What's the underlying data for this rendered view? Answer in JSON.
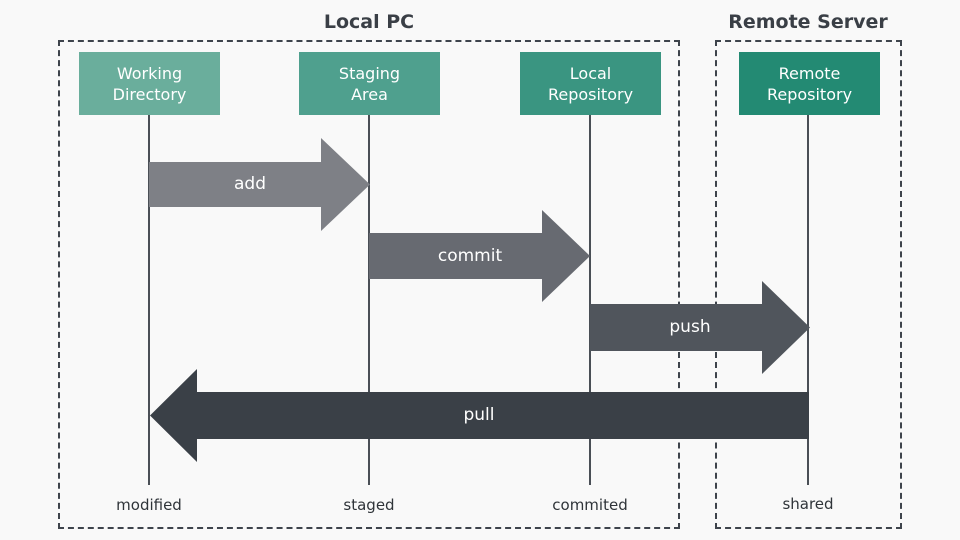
{
  "groups": {
    "local_title": "Local PC",
    "remote_title": "Remote Server"
  },
  "stages": {
    "working": {
      "line1": "Working",
      "line2": "Directory",
      "color": "#6aae9c"
    },
    "staging": {
      "line1": "Staging",
      "line2": "Area",
      "color": "#4fa08e"
    },
    "local_repo": {
      "line1": "Local",
      "line2": "Repository",
      "color": "#3a9581"
    },
    "remote_repo": {
      "line1": "Remote",
      "line2": "Repository",
      "color": "#238a73"
    }
  },
  "states": {
    "modified": "modified",
    "staged": "staged",
    "committed": "commited",
    "shared": "shared"
  },
  "actions": {
    "add": {
      "label": "add",
      "color": "#7e8086"
    },
    "commit": {
      "label": "commit",
      "color": "#676a71"
    },
    "push": {
      "label": "push",
      "color": "#50555c"
    },
    "pull": {
      "label": "pull",
      "color": "#3a4047"
    }
  }
}
